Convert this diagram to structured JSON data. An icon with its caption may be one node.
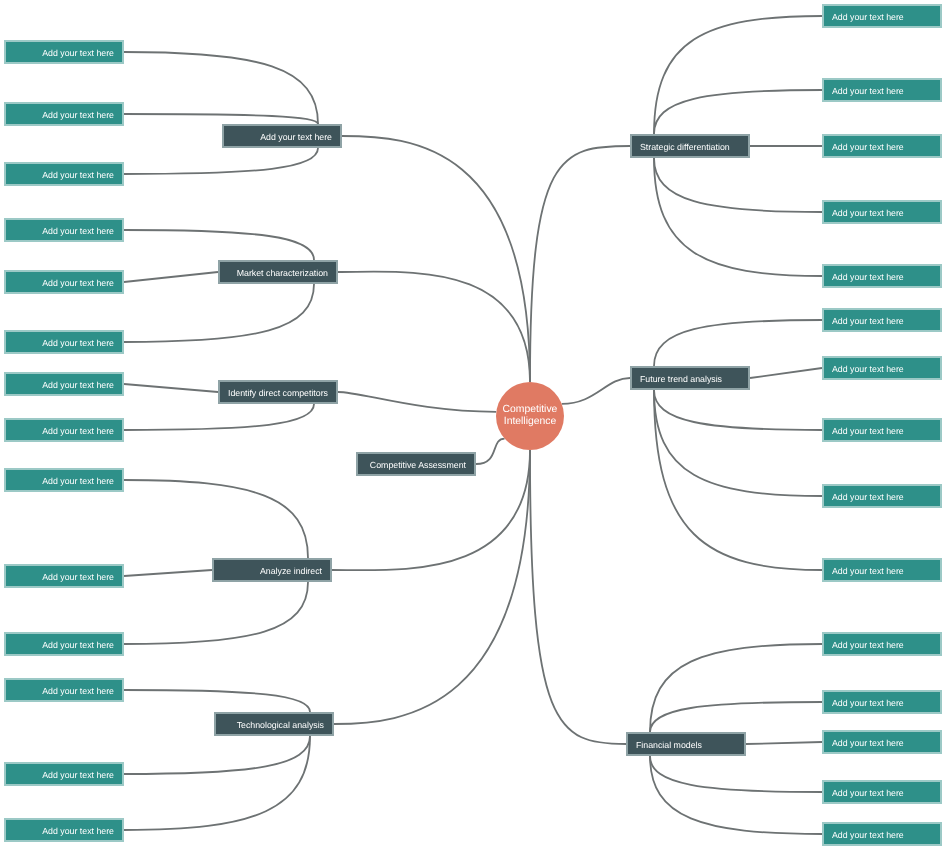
{
  "diagram": {
    "nodes": [
      {
        "text": [
          "Competitive Intelligence"
        ]
      },
      {
        "text": [
          "Add your text here"
        ]
      },
      {
        "text": [
          "Market characterization"
        ]
      },
      {
        "text": [
          "Identify direct competitors"
        ]
      },
      {
        "text": [
          "Competitive Assessment"
        ]
      },
      {
        "text": [
          "Analyze indirect"
        ]
      },
      {
        "text": [
          "Technological analysis"
        ]
      },
      {
        "text": [
          "Strategic differentiation"
        ]
      },
      {
        "text": [
          "Future trend analysis"
        ]
      },
      {
        "text": [
          "Financial models"
        ]
      },
      {
        "text": [
          "Add your text here"
        ]
      },
      {
        "text": [
          "Add your text here"
        ]
      },
      {
        "text": [
          "Add your text here"
        ]
      },
      {
        "text": [
          "Add your text here"
        ]
      },
      {
        "text": [
          "Add your text here"
        ]
      },
      {
        "text": [
          "Add your text here"
        ]
      },
      {
        "text": [
          "Add your text here"
        ]
      },
      {
        "text": [
          "Add your text here"
        ]
      },
      {
        "text": [
          "Add your text here"
        ]
      },
      {
        "text": [
          "Add your text here"
        ]
      },
      {
        "text": [
          "Add your text here"
        ]
      },
      {
        "text": [
          "Add your text here"
        ]
      },
      {
        "text": [
          "Add your text here"
        ]
      },
      {
        "text": [
          "Add your text here"
        ]
      },
      {
        "text": [
          "Add your text here"
        ]
      },
      {
        "text": [
          "Add your text here"
        ]
      },
      {
        "text": [
          "Add your text here"
        ]
      },
      {
        "text": [
          "Add your text here"
        ]
      },
      {
        "text": [
          "Add your text here"
        ]
      },
      {
        "text": [
          "Add your text here"
        ]
      },
      {
        "text": [
          "Add your text here"
        ]
      },
      {
        "text": [
          "Add your text here"
        ]
      },
      {
        "text": [
          "Add your text here"
        ]
      },
      {
        "text": [
          "Add your text here"
        ]
      },
      {
        "text": [
          "Add your text here"
        ]
      },
      {
        "text": [
          "Add your text here"
        ]
      },
      {
        "text": [
          "Add your text here"
        ]
      },
      {
        "text": [
          "Add your text here"
        ]
      },
      {
        "text": [
          "Add your text here"
        ]
      }
    ],
    "edges": [
      {
        "from": 0,
        "to": 1,
        "arrow": "none"
      },
      {
        "from": 0,
        "to": 2,
        "arrow": "none"
      },
      {
        "from": 0,
        "to": 3,
        "arrow": "none"
      },
      {
        "from": 0,
        "to": 4,
        "arrow": "none"
      },
      {
        "from": 0,
        "to": 5,
        "arrow": "none"
      },
      {
        "from": 0,
        "to": 6,
        "arrow": "none"
      },
      {
        "from": 0,
        "to": 7,
        "arrow": "none"
      },
      {
        "from": 0,
        "to": 8,
        "arrow": "none"
      },
      {
        "from": 0,
        "to": 9,
        "arrow": "none"
      },
      {
        "from": 1,
        "to": 10,
        "arrow": "none"
      },
      {
        "from": 1,
        "to": 11,
        "arrow": "none"
      },
      {
        "from": 1,
        "to": 12,
        "arrow": "none"
      },
      {
        "from": 2,
        "to": 13,
        "arrow": "none"
      },
      {
        "from": 2,
        "to": 14,
        "arrow": "none"
      },
      {
        "from": 2,
        "to": 15,
        "arrow": "none"
      },
      {
        "from": 3,
        "to": 16,
        "arrow": "none"
      },
      {
        "from": 3,
        "to": 17,
        "arrow": "none"
      },
      {
        "from": 5,
        "to": 18,
        "arrow": "none"
      },
      {
        "from": 5,
        "to": 19,
        "arrow": "none"
      },
      {
        "from": 5,
        "to": 20,
        "arrow": "none"
      },
      {
        "from": 6,
        "to": 21,
        "arrow": "none"
      },
      {
        "from": 6,
        "to": 22,
        "arrow": "none"
      },
      {
        "from": 6,
        "to": 23,
        "arrow": "none"
      },
      {
        "from": 7,
        "to": 24,
        "arrow": "none"
      },
      {
        "from": 7,
        "to": 25,
        "arrow": "none"
      },
      {
        "from": 7,
        "to": 26,
        "arrow": "none"
      },
      {
        "from": 7,
        "to": 27,
        "arrow": "none"
      },
      {
        "from": 7,
        "to": 28,
        "arrow": "none"
      },
      {
        "from": 8,
        "to": 29,
        "arrow": "none"
      },
      {
        "from": 8,
        "to": 30,
        "arrow": "none"
      },
      {
        "from": 8,
        "to": 31,
        "arrow": "none"
      },
      {
        "from": 8,
        "to": 32,
        "arrow": "none"
      },
      {
        "from": 8,
        "to": 33,
        "arrow": "none"
      },
      {
        "from": 9,
        "to": 34,
        "arrow": "none"
      },
      {
        "from": 9,
        "to": 35,
        "arrow": "none"
      },
      {
        "from": 9,
        "to": 36,
        "arrow": "none"
      },
      {
        "from": 9,
        "to": 37,
        "arrow": "none"
      },
      {
        "from": 9,
        "to": 38,
        "arrow": "none"
      }
    ]
  }
}
